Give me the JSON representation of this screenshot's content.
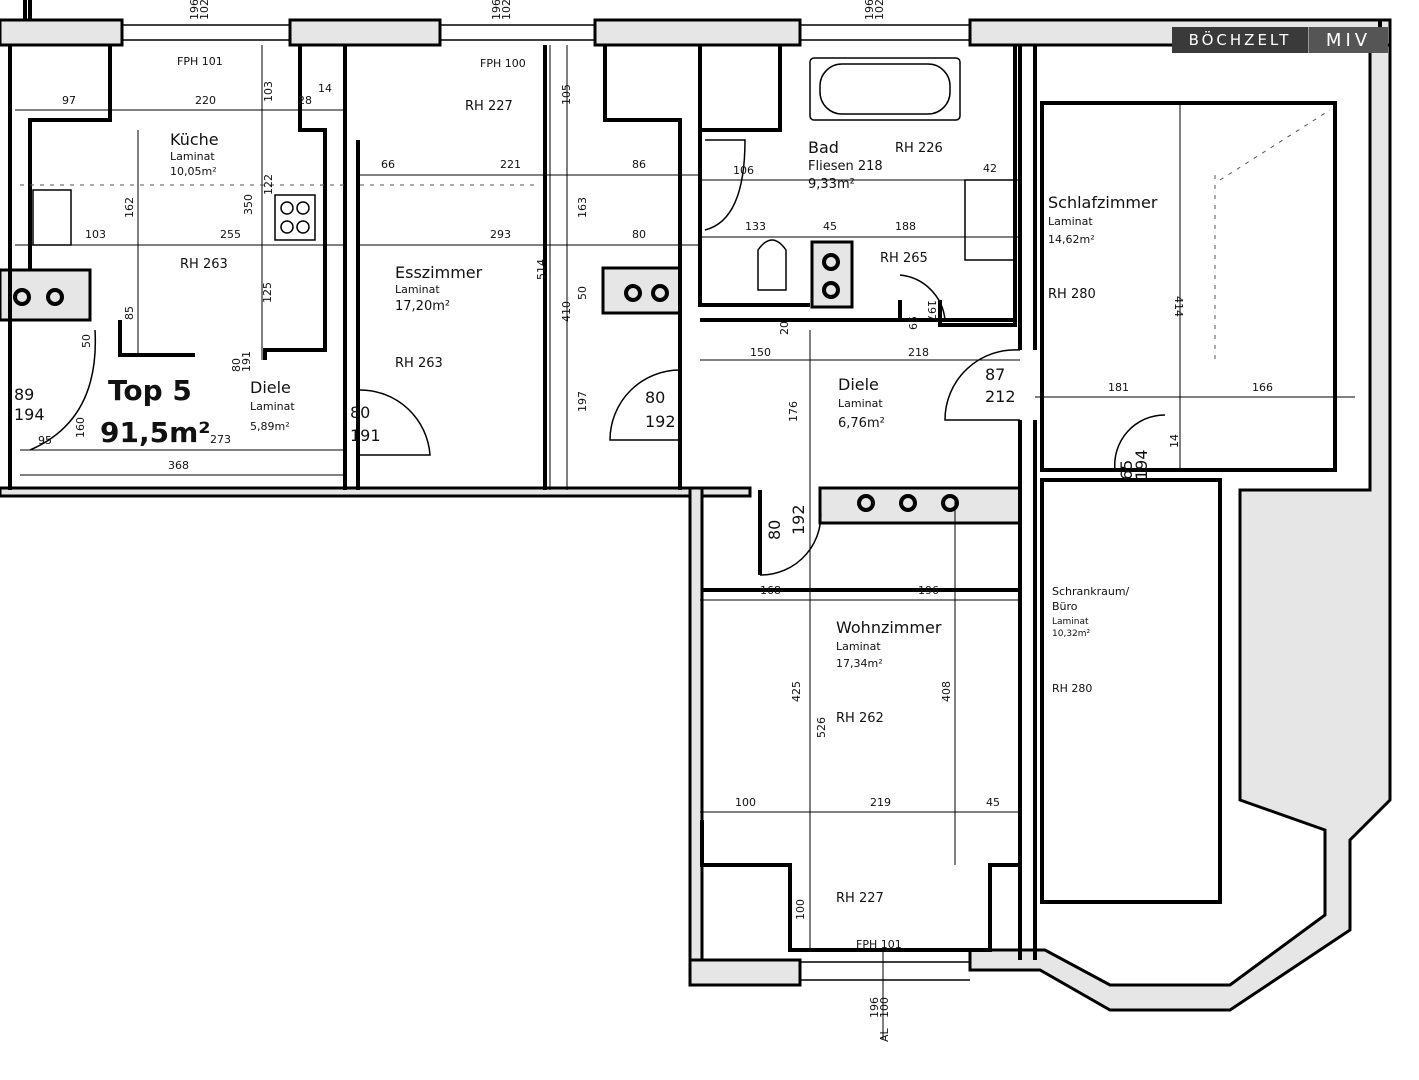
{
  "logo": {
    "brand": "Böchzelt",
    "suffix": "MIV"
  },
  "apartment": {
    "name": "Top 5",
    "area": "91,5m²"
  },
  "rooms": {
    "kueche": {
      "name": "Küche",
      "floor": "Laminat",
      "area": "10,05m²",
      "rh": "RH 263",
      "fph": "FPH 101"
    },
    "esszimmer": {
      "name": "Esszimmer",
      "floor": "Laminat",
      "area": "17,20m²",
      "rh": "RH 263",
      "rh_top": "RH 227",
      "fph": "FPH 100"
    },
    "diele_left": {
      "name": "Diele",
      "floor": "Laminat",
      "area": "5,89m²"
    },
    "bad": {
      "name": "Bad",
      "floor": "Fliesen 218",
      "area": "9,33m²",
      "rh": "RH 226",
      "rh2": "RH 265"
    },
    "schlafzimmer": {
      "name": "Schlafzimmer",
      "floor": "Laminat",
      "area": "14,62m²",
      "rh": "RH 280"
    },
    "diele_right": {
      "name": "Diele",
      "floor": "Laminat",
      "area": "6,76m²"
    },
    "wohnzimmer": {
      "name": "Wohnzimmer",
      "floor": "Laminat",
      "area": "17,34m²",
      "rh": "RH 262",
      "rh2": "RH 227",
      "fph": "FPH 101"
    },
    "schrankraum": {
      "name": "Schrankraum/",
      "name2": "Büro",
      "floor": "Laminat",
      "area": "10,32m²",
      "rh": "RH 280"
    }
  },
  "dimensions": [
    "97",
    "220",
    "103",
    "28",
    "14",
    "66",
    "221",
    "86",
    "162",
    "350",
    "122",
    "103",
    "255",
    "293",
    "80",
    "85",
    "125",
    "514",
    "163",
    "105",
    "410",
    "50",
    "197",
    "50",
    "80",
    "191",
    "89",
    "194",
    "95",
    "160",
    "273",
    "368",
    "80",
    "191",
    "80",
    "192",
    "106",
    "42",
    "133",
    "45",
    "188",
    "20",
    "65",
    "197",
    "150",
    "218",
    "87",
    "212",
    "181",
    "166",
    "176",
    "414",
    "14",
    "65",
    "194",
    "80",
    "192",
    "168",
    "196",
    "425",
    "526",
    "408",
    "100",
    "219",
    "45",
    "100",
    "AL",
    "196",
    "100",
    "196",
    "102",
    "196",
    "102",
    "196",
    "102"
  ]
}
